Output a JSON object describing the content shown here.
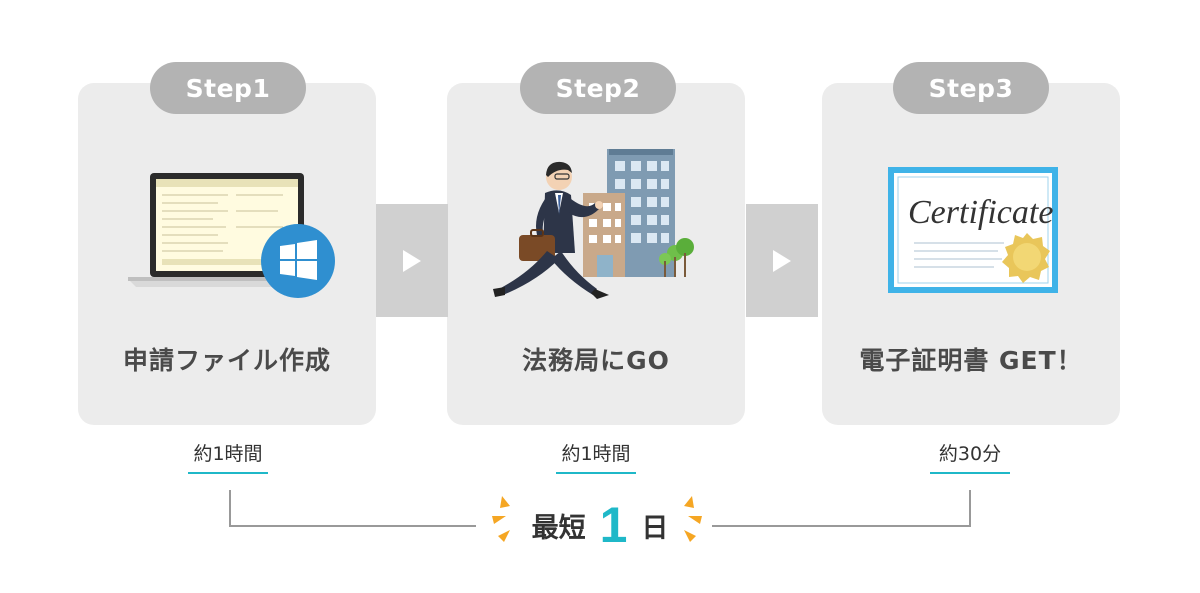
{
  "steps": [
    {
      "label": "Step1",
      "title": "申請ファイル作成",
      "duration": "約1時間",
      "icon": "laptop-windows-icon"
    },
    {
      "label": "Step2",
      "title": "法務局にGO",
      "duration": "約1時間",
      "icon": "businessman-building-icon"
    },
    {
      "label": "Step3",
      "title": "電子証明書 GET！",
      "duration": "約30分",
      "icon": "certificate-icon"
    }
  ],
  "certificate_text": "Certificate",
  "total": {
    "prefix": "最短",
    "number": "1",
    "suffix": "日"
  },
  "colors": {
    "accent": "#1fb8c8",
    "card": "#ececec",
    "pill": "#b3b3b3",
    "connector": "#d0d0d0",
    "spark": "#f5a623"
  }
}
